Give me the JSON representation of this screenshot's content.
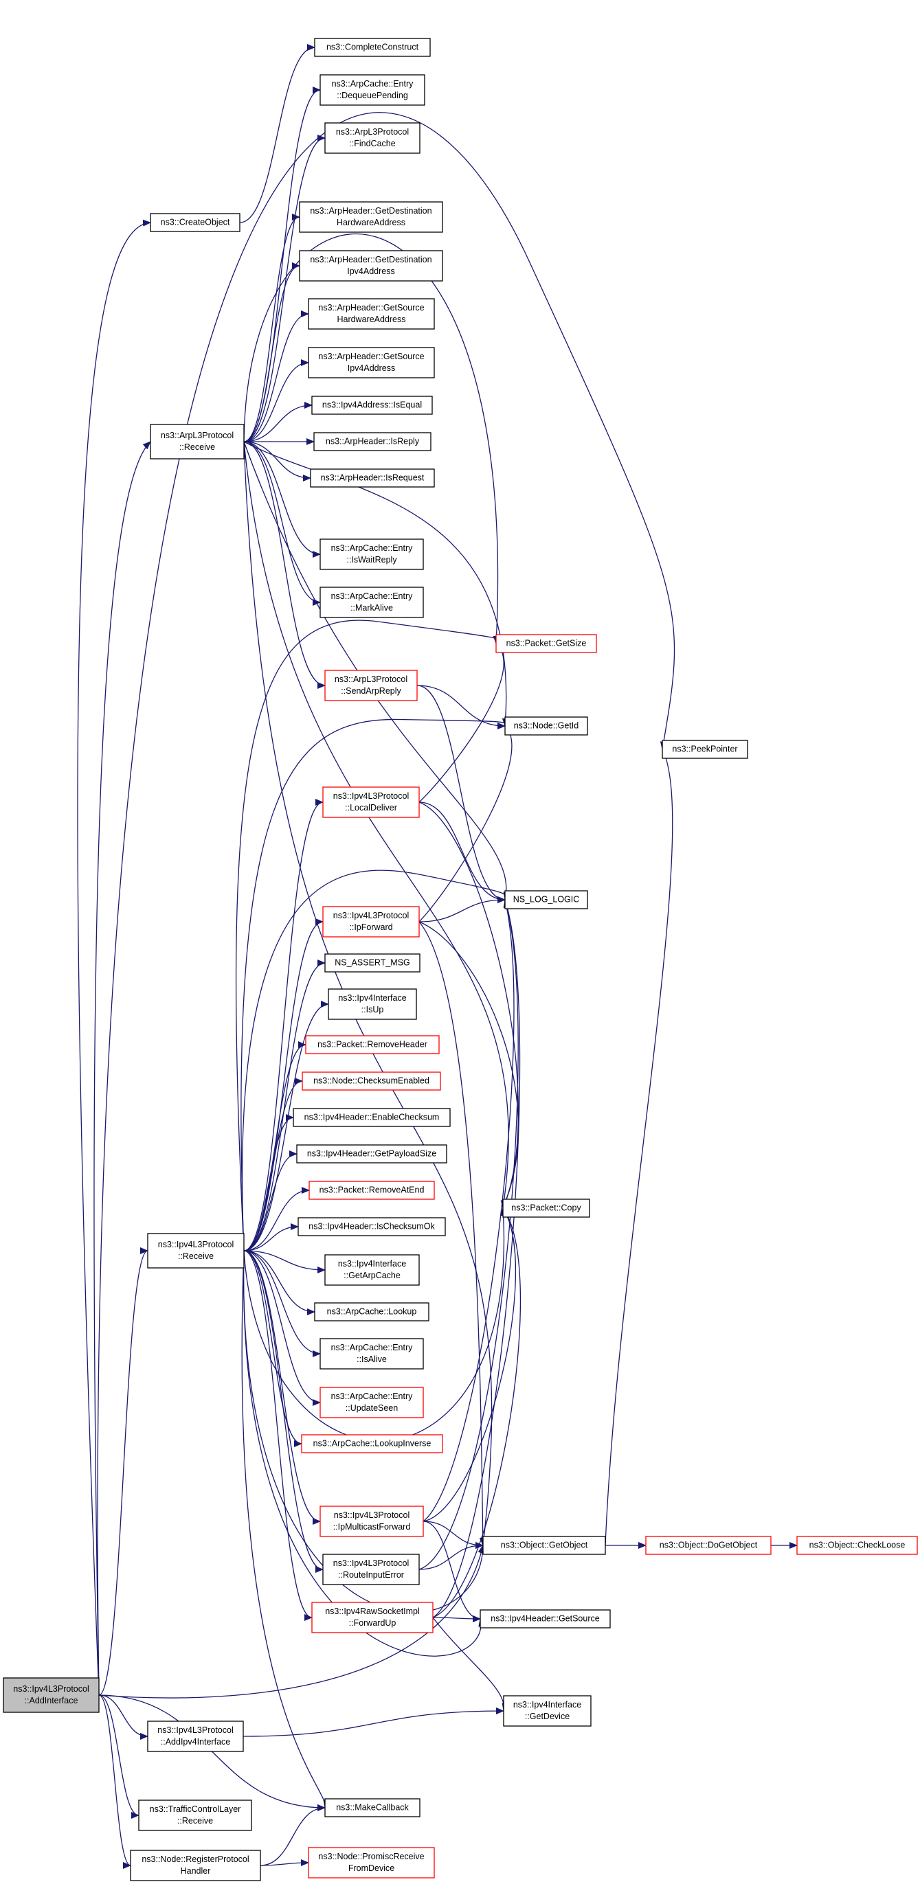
{
  "graph": {
    "edge_color": "#191970",
    "node_border": "#000000",
    "highlight_border": "#ff0000",
    "root_fill": "#bfbfbf",
    "nodes": [
      {
        "id": "addinterface",
        "lines": [
          "ns3::Ipv4L3Protocol",
          "::AddInterface"
        ],
        "style": "root"
      },
      {
        "id": "createobject",
        "lines": [
          "ns3::CreateObject"
        ],
        "style": "normal"
      },
      {
        "id": "arpreceive",
        "lines": [
          "ns3::ArpL3Protocol",
          "::Receive"
        ],
        "style": "normal"
      },
      {
        "id": "ipv4receive",
        "lines": [
          "ns3::Ipv4L3Protocol",
          "::Receive"
        ],
        "style": "normal"
      },
      {
        "id": "addipv4interface",
        "lines": [
          "ns3::Ipv4L3Protocol",
          "::AddIpv4Interface"
        ],
        "style": "normal"
      },
      {
        "id": "tclreceive",
        "lines": [
          "ns3::TrafficControlLayer",
          "::Receive"
        ],
        "style": "normal"
      },
      {
        "id": "registerprotocol",
        "lines": [
          "ns3::Node::RegisterProtocol",
          "Handler"
        ],
        "style": "normal"
      },
      {
        "id": "completeconstruct",
        "lines": [
          "ns3::CompleteConstruct"
        ],
        "style": "normal"
      },
      {
        "id": "dequeuepending",
        "lines": [
          "ns3::ArpCache::Entry",
          "::DequeuePending"
        ],
        "style": "normal"
      },
      {
        "id": "findcache",
        "lines": [
          "ns3::ArpL3Protocol",
          "::FindCache"
        ],
        "style": "normal"
      },
      {
        "id": "getdesthw",
        "lines": [
          "ns3::ArpHeader::GetDestination",
          "HardwareAddress"
        ],
        "style": "normal"
      },
      {
        "id": "getdestip",
        "lines": [
          "ns3::ArpHeader::GetDestination",
          "Ipv4Address"
        ],
        "style": "normal"
      },
      {
        "id": "getsrchw",
        "lines": [
          "ns3::ArpHeader::GetSource",
          "HardwareAddress"
        ],
        "style": "normal"
      },
      {
        "id": "getsrcip",
        "lines": [
          "ns3::ArpHeader::GetSource",
          "Ipv4Address"
        ],
        "style": "normal"
      },
      {
        "id": "isequal",
        "lines": [
          "ns3::Ipv4Address::IsEqual"
        ],
        "style": "normal"
      },
      {
        "id": "isreply",
        "lines": [
          "ns3::ArpHeader::IsReply"
        ],
        "style": "normal"
      },
      {
        "id": "isrequest",
        "lines": [
          "ns3::ArpHeader::IsRequest"
        ],
        "style": "normal"
      },
      {
        "id": "iswaitreply",
        "lines": [
          "ns3::ArpCache::Entry",
          "::IsWaitReply"
        ],
        "style": "normal"
      },
      {
        "id": "markalive",
        "lines": [
          "ns3::ArpCache::Entry",
          "::MarkAlive"
        ],
        "style": "normal"
      },
      {
        "id": "sendarpreply",
        "lines": [
          "ns3::ArpL3Protocol",
          "::SendArpReply"
        ],
        "style": "red"
      },
      {
        "id": "localdeliver",
        "lines": [
          "ns3::Ipv4L3Protocol",
          "::LocalDeliver"
        ],
        "style": "red"
      },
      {
        "id": "ipforward",
        "lines": [
          "ns3::Ipv4L3Protocol",
          "::IpForward"
        ],
        "style": "red"
      },
      {
        "id": "nsassertmsg",
        "lines": [
          "NS_ASSERT_MSG"
        ],
        "style": "normal"
      },
      {
        "id": "isup",
        "lines": [
          "ns3::Ipv4Interface",
          "::IsUp"
        ],
        "style": "normal"
      },
      {
        "id": "removeheader",
        "lines": [
          "ns3::Packet::RemoveHeader"
        ],
        "style": "red"
      },
      {
        "id": "checksumenabled",
        "lines": [
          "ns3::Node::ChecksumEnabled"
        ],
        "style": "red"
      },
      {
        "id": "enablechecksum",
        "lines": [
          "ns3::Ipv4Header::EnableChecksum"
        ],
        "style": "normal"
      },
      {
        "id": "getpayloadsize",
        "lines": [
          "ns3::Ipv4Header::GetPayloadSize"
        ],
        "style": "normal"
      },
      {
        "id": "removeatend",
        "lines": [
          "ns3::Packet::RemoveAtEnd"
        ],
        "style": "red"
      },
      {
        "id": "ischecksumok",
        "lines": [
          "ns3::Ipv4Header::IsChecksumOk"
        ],
        "style": "normal"
      },
      {
        "id": "getarpcache",
        "lines": [
          "ns3::Ipv4Interface",
          "::GetArpCache"
        ],
        "style": "normal"
      },
      {
        "id": "lookup",
        "lines": [
          "ns3::ArpCache::Lookup"
        ],
        "style": "normal"
      },
      {
        "id": "isalive",
        "lines": [
          "ns3::ArpCache::Entry",
          "::IsAlive"
        ],
        "style": "normal"
      },
      {
        "id": "updateseen",
        "lines": [
          "ns3::ArpCache::Entry",
          "::UpdateSeen"
        ],
        "style": "red"
      },
      {
        "id": "lookupinverse",
        "lines": [
          "ns3::ArpCache::LookupInverse"
        ],
        "style": "red"
      },
      {
        "id": "ipmulticastforward",
        "lines": [
          "ns3::Ipv4L3Protocol",
          "::IpMulticastForward"
        ],
        "style": "red"
      },
      {
        "id": "routeinputerror",
        "lines": [
          "ns3::Ipv4L3Protocol",
          "::RouteInputError"
        ],
        "style": "normal"
      },
      {
        "id": "forwardup",
        "lines": [
          "ns3::Ipv4RawSocketImpl",
          "::ForwardUp"
        ],
        "style": "red"
      },
      {
        "id": "makecallback",
        "lines": [
          "ns3::MakeCallback"
        ],
        "style": "normal"
      },
      {
        "id": "promiscreceive",
        "lines": [
          "ns3::Node::PromiscReceive",
          "FromDevice"
        ],
        "style": "red"
      },
      {
        "id": "getsize",
        "lines": [
          "ns3::Packet::GetSize"
        ],
        "style": "red"
      },
      {
        "id": "getid",
        "lines": [
          "ns3::Node::GetId"
        ],
        "style": "normal"
      },
      {
        "id": "nsloglogic",
        "lines": [
          "NS_LOG_LOGIC"
        ],
        "style": "normal"
      },
      {
        "id": "copy",
        "lines": [
          "ns3::Packet::Copy"
        ],
        "style": "normal"
      },
      {
        "id": "getobject",
        "lines": [
          "ns3::Object::GetObject"
        ],
        "style": "normal"
      },
      {
        "id": "getsource",
        "lines": [
          "ns3::Ipv4Header::GetSource"
        ],
        "style": "normal"
      },
      {
        "id": "getdevice",
        "lines": [
          "ns3::Ipv4Interface",
          "::GetDevice"
        ],
        "style": "normal"
      },
      {
        "id": "peekpointer",
        "lines": [
          "ns3::PeekPointer"
        ],
        "style": "normal"
      },
      {
        "id": "dogetobject",
        "lines": [
          "ns3::Object::DoGetObject"
        ],
        "style": "red"
      },
      {
        "id": "checkloose",
        "lines": [
          "ns3::Object::CheckLoose"
        ],
        "style": "red"
      }
    ],
    "edges": [
      [
        "addinterface",
        "createobject"
      ],
      [
        "addinterface",
        "arpreceive"
      ],
      [
        "addinterface",
        "ipv4receive"
      ],
      [
        "addinterface",
        "addipv4interface"
      ],
      [
        "addinterface",
        "tclreceive"
      ],
      [
        "addinterface",
        "registerprotocol"
      ],
      [
        "addinterface",
        "makecallback"
      ],
      [
        "addinterface",
        "getobject"
      ],
      [
        "addinterface",
        "peekpointer"
      ],
      [
        "createobject",
        "completeconstruct"
      ],
      [
        "arpreceive",
        "dequeuepending"
      ],
      [
        "arpreceive",
        "findcache"
      ],
      [
        "arpreceive",
        "getdesthw"
      ],
      [
        "arpreceive",
        "getdestip"
      ],
      [
        "arpreceive",
        "getsrchw"
      ],
      [
        "arpreceive",
        "getsrcip"
      ],
      [
        "arpreceive",
        "isequal"
      ],
      [
        "arpreceive",
        "isreply"
      ],
      [
        "arpreceive",
        "isrequest"
      ],
      [
        "arpreceive",
        "iswaitreply"
      ],
      [
        "arpreceive",
        "markalive"
      ],
      [
        "arpreceive",
        "sendarpreply"
      ],
      [
        "arpreceive",
        "getsize"
      ],
      [
        "arpreceive",
        "getid"
      ],
      [
        "arpreceive",
        "nsloglogic"
      ],
      [
        "arpreceive",
        "copy"
      ],
      [
        "arpreceive",
        "getobject"
      ],
      [
        "sendarpreply",
        "getid"
      ],
      [
        "sendarpreply",
        "nsloglogic"
      ],
      [
        "ipv4receive",
        "localdeliver"
      ],
      [
        "ipv4receive",
        "ipforward"
      ],
      [
        "ipv4receive",
        "nsassertmsg"
      ],
      [
        "ipv4receive",
        "isup"
      ],
      [
        "ipv4receive",
        "removeheader"
      ],
      [
        "ipv4receive",
        "checksumenabled"
      ],
      [
        "ipv4receive",
        "enablechecksum"
      ],
      [
        "ipv4receive",
        "getpayloadsize"
      ],
      [
        "ipv4receive",
        "removeatend"
      ],
      [
        "ipv4receive",
        "ischecksumok"
      ],
      [
        "ipv4receive",
        "getarpcache"
      ],
      [
        "ipv4receive",
        "lookup"
      ],
      [
        "ipv4receive",
        "isalive"
      ],
      [
        "ipv4receive",
        "updateseen"
      ],
      [
        "ipv4receive",
        "lookupinverse"
      ],
      [
        "ipv4receive",
        "ipmulticastforward"
      ],
      [
        "ipv4receive",
        "routeinputerror"
      ],
      [
        "ipv4receive",
        "forwardup"
      ],
      [
        "ipv4receive",
        "getsize"
      ],
      [
        "ipv4receive",
        "getid"
      ],
      [
        "ipv4receive",
        "nsloglogic"
      ],
      [
        "ipv4receive",
        "copy"
      ],
      [
        "ipv4receive",
        "getobject"
      ],
      [
        "ipv4receive",
        "getsource"
      ],
      [
        "ipv4receive",
        "makecallback"
      ],
      [
        "localdeliver",
        "getsize"
      ],
      [
        "localdeliver",
        "nsloglogic"
      ],
      [
        "localdeliver",
        "copy"
      ],
      [
        "ipforward",
        "getid"
      ],
      [
        "ipforward",
        "nsloglogic"
      ],
      [
        "ipforward",
        "copy"
      ],
      [
        "ipforward",
        "getobject"
      ],
      [
        "ipmulticastforward",
        "nsloglogic"
      ],
      [
        "ipmulticastforward",
        "copy"
      ],
      [
        "ipmulticastforward",
        "getobject"
      ],
      [
        "ipmulticastforward",
        "getsource"
      ],
      [
        "routeinputerror",
        "nsloglogic"
      ],
      [
        "routeinputerror",
        "getobject"
      ],
      [
        "forwardup",
        "nsloglogic"
      ],
      [
        "forwardup",
        "copy"
      ],
      [
        "forwardup",
        "getsource"
      ],
      [
        "forwardup",
        "getdevice"
      ],
      [
        "addipv4interface",
        "getdevice"
      ],
      [
        "registerprotocol",
        "makecallback"
      ],
      [
        "registerprotocol",
        "promiscreceive"
      ],
      [
        "getobject",
        "peekpointer"
      ],
      [
        "getobject",
        "dogetobject"
      ],
      [
        "dogetobject",
        "checkloose"
      ]
    ]
  }
}
